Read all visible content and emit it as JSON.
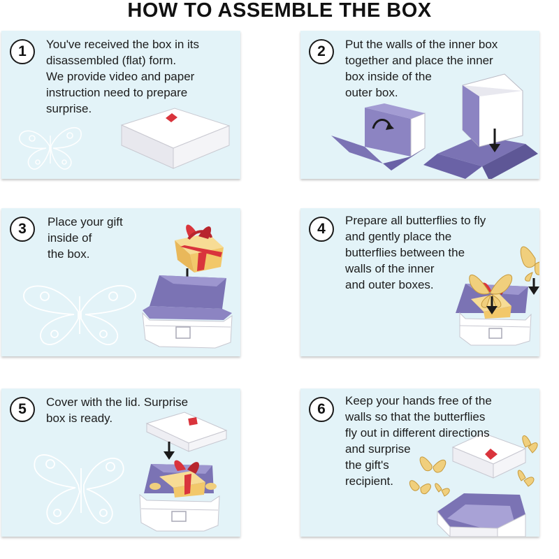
{
  "title": "HOW TO ASSEMBLE THE BOX",
  "colors": {
    "card_bg": "#e3f3f8",
    "purple": "#7b73b4",
    "purple_dark": "#5e5796",
    "gift_yellow": "#f2c86a",
    "ribbon_red": "#d9343c",
    "butterfly_yellow": "#f0cf7d"
  },
  "steps": [
    {
      "number": "1",
      "lines": [
        "You've received the box in its",
        "disassembled (flat) form.",
        "We provide video and paper",
        "instruction need to prepare",
        "surprise."
      ]
    },
    {
      "number": "2",
      "lines": [
        "Put the walls of the inner box",
        "together and place the inner",
        "box inside of the",
        "outer box."
      ]
    },
    {
      "number": "3",
      "lines": [
        "Place your gift",
        "inside of",
        "the box."
      ]
    },
    {
      "number": "4",
      "lines": [
        "Prepare all butterflies to fly",
        "and gently place the",
        "butterflies between the",
        "walls of the inner",
        "and outer boxes."
      ]
    },
    {
      "number": "5",
      "lines": [
        "Cover with the lid. Surprise",
        "box is ready."
      ]
    },
    {
      "number": "6",
      "lines": [
        "Keep your hands free of the",
        "walls so that the butterflies",
        "fly out in different directions",
        "and surprise",
        "the gift's",
        "recipient."
      ]
    }
  ]
}
